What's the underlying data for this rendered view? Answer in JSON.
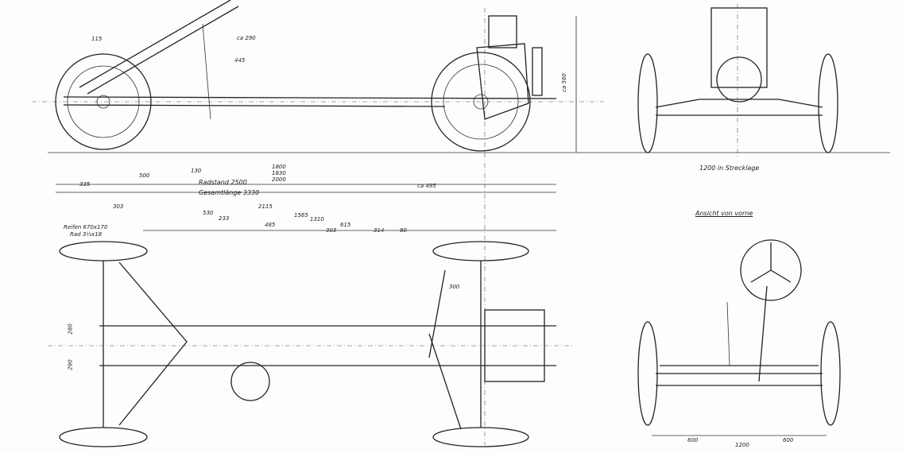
{
  "side_view": {
    "wheelbase_label": "Radstand 2500",
    "overall_length_label": "Gesamtlänge 3330",
    "dims": [
      "115",
      "ca 290",
      "445",
      "1800",
      "1830",
      "2000",
      "335",
      "500",
      "130",
      "ca 495",
      "ca 560"
    ]
  },
  "front_view_top": {
    "track_label": "1200 in Strecklage"
  },
  "front_view_bottom": {
    "title": "Ansicht von vorne",
    "dims": [
      "600",
      "1200",
      "600"
    ]
  },
  "plan_view": {
    "tyre_label": "Reifen 670x170",
    "rim_label": "Rad 3½x18",
    "dims": [
      "303",
      "530",
      "2115",
      "233",
      "485",
      "1565",
      "1310",
      "303",
      "615",
      "314",
      "80",
      "300",
      "280",
      "290"
    ]
  }
}
